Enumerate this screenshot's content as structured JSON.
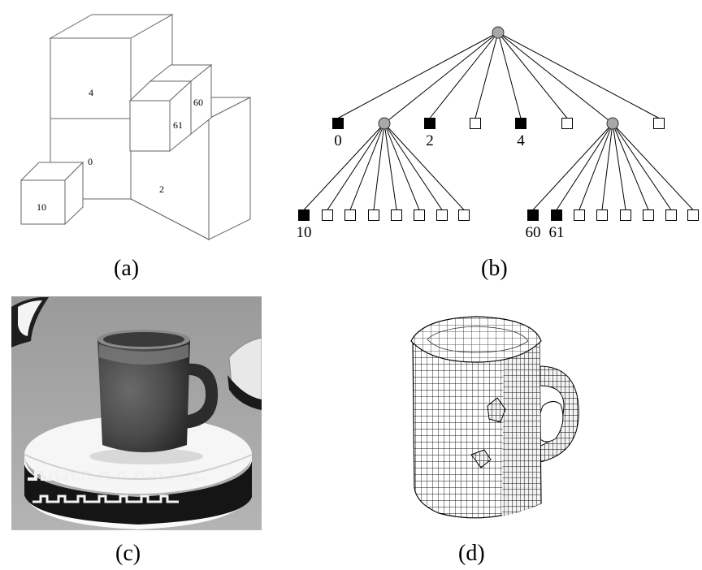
{
  "panel_a": {
    "caption": "(a)",
    "cube_labels": [
      "4",
      "0",
      "2",
      "10",
      "60",
      "61"
    ]
  },
  "panel_b": {
    "caption": "(b)",
    "octree": {
      "root": "internal",
      "level1": [
        {
          "type": "full",
          "label": "0"
        },
        {
          "type": "internal",
          "label": ""
        },
        {
          "type": "full",
          "label": "2"
        },
        {
          "type": "empty",
          "label": ""
        },
        {
          "type": "full",
          "label": "4"
        },
        {
          "type": "empty",
          "label": ""
        },
        {
          "type": "internal",
          "label": ""
        },
        {
          "type": "empty",
          "label": ""
        }
      ],
      "children_of_node_1": [
        {
          "type": "full",
          "label": "10"
        },
        {
          "type": "empty",
          "label": ""
        },
        {
          "type": "empty",
          "label": ""
        },
        {
          "type": "empty",
          "label": ""
        },
        {
          "type": "empty",
          "label": ""
        },
        {
          "type": "empty",
          "label": ""
        },
        {
          "type": "empty",
          "label": ""
        },
        {
          "type": "empty",
          "label": ""
        }
      ],
      "children_of_node_6": [
        {
          "type": "full",
          "label": "60"
        },
        {
          "type": "full",
          "label": "61"
        },
        {
          "type": "empty",
          "label": ""
        },
        {
          "type": "empty",
          "label": ""
        },
        {
          "type": "empty",
          "label": ""
        },
        {
          "type": "empty",
          "label": ""
        },
        {
          "type": "empty",
          "label": ""
        },
        {
          "type": "empty",
          "label": ""
        }
      ]
    }
  },
  "panel_c": {
    "caption": "(c)"
  },
  "panel_d": {
    "caption": "(d)"
  },
  "colors": {
    "internal_node": "#a8a8a8",
    "full_leaf": "#000000",
    "empty_leaf": "#ffffff"
  }
}
